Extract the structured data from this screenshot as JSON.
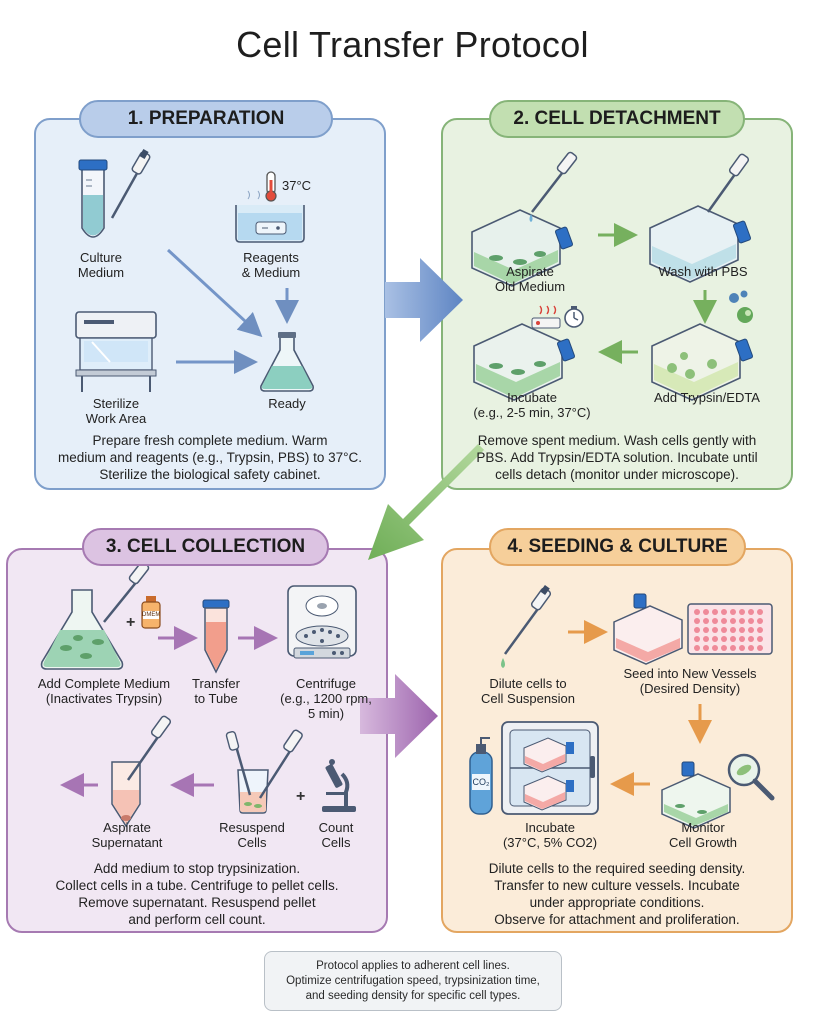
{
  "title": "Cell Transfer Protocol",
  "panels": [
    {
      "heading": "1. PREPARATION",
      "labels": {
        "culture_medium": [
          "Culture",
          "Medium"
        ],
        "reagents": [
          "Reagents",
          "& Medium"
        ],
        "sterilize": [
          "Sterilize",
          "Work Area"
        ],
        "ready": [
          "Ready"
        ],
        "temperature": "37°C"
      },
      "description": [
        "Prepare fresh complete medium. Warm",
        "medium and reagents (e.g., Trypsin, PBS) to 37°C.",
        "Sterilize the biological safety cabinet."
      ]
    },
    {
      "heading": "2. CELL DETACHMENT",
      "labels": {
        "aspirate": [
          "Aspirate",
          "Old Medium"
        ],
        "wash": [
          "Wash with PBS"
        ],
        "trypsin": [
          "Add Trypsin/EDTA"
        ],
        "incubate": [
          "Incubate",
          "(e.g., 2-5 min, 37°C)"
        ]
      },
      "description": [
        "Remove spent medium. Wash cells gently with",
        "PBS. Add Trypsin/EDTA solution. Incubate until",
        "cells detach (monitor under microscope)."
      ]
    },
    {
      "heading": "3. CELL COLLECTION",
      "labels": {
        "add_medium": [
          "Add Complete Medium",
          "(Inactivates Trypsin)"
        ],
        "transfer": [
          "Transfer",
          "to Tube"
        ],
        "centrifuge": [
          "Centrifuge",
          "(e.g., 1200 rpm,",
          "5 min)"
        ],
        "aspirate_sup": [
          "Aspirate",
          "Supernatant"
        ],
        "resuspend": [
          "Resuspend",
          "Cells"
        ],
        "count": [
          "Count",
          "Cells"
        ],
        "bottle_tag": "DMEM",
        "plus": "+"
      },
      "description": [
        "Add medium to stop trypsinization.",
        "Collect cells in a tube. Centrifuge to pellet cells.",
        "Remove supernatant. Resuspend pellet",
        "and perform cell count."
      ]
    },
    {
      "heading": "4. SEEDING & CULTURE",
      "labels": {
        "dilute": [
          "Dilute cells to",
          "Cell Suspension"
        ],
        "seed": [
          "Seed into New Vessels",
          "(Desired Density)"
        ],
        "incubate": [
          "Incubate",
          "(37°C, 5% CO2)"
        ],
        "monitor": [
          "Monitor",
          "Cell Growth"
        ],
        "co2_tag": "CO₂"
      },
      "description": [
        "Dilute cells to the required seeding density.",
        "Transfer to new culture vessels. Incubate",
        "under appropriate conditions.",
        "Observe for attachment and proliferation."
      ]
    }
  ],
  "note": [
    "Protocol applies to adherent cell lines.",
    "Optimize centrifugation speed, trypsinization time,",
    "and seeding density for specific cell types."
  ],
  "colors": {
    "blue": "#7f9fcb",
    "green": "#86b478",
    "purple": "#a67ab2",
    "orange": "#e3a661"
  }
}
